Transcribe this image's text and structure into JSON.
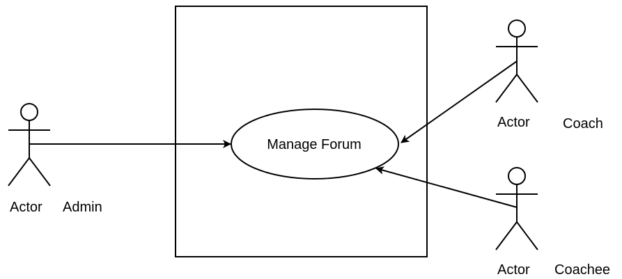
{
  "use_case": {
    "label": "Manage Forum"
  },
  "actors": [
    {
      "caption": "Actor",
      "role": "Admin"
    },
    {
      "caption": "Actor",
      "role": "Coach"
    },
    {
      "caption": "Actor",
      "role": "Coachee"
    }
  ],
  "colors": {
    "stroke": "#000000",
    "background": "#ffffff"
  }
}
